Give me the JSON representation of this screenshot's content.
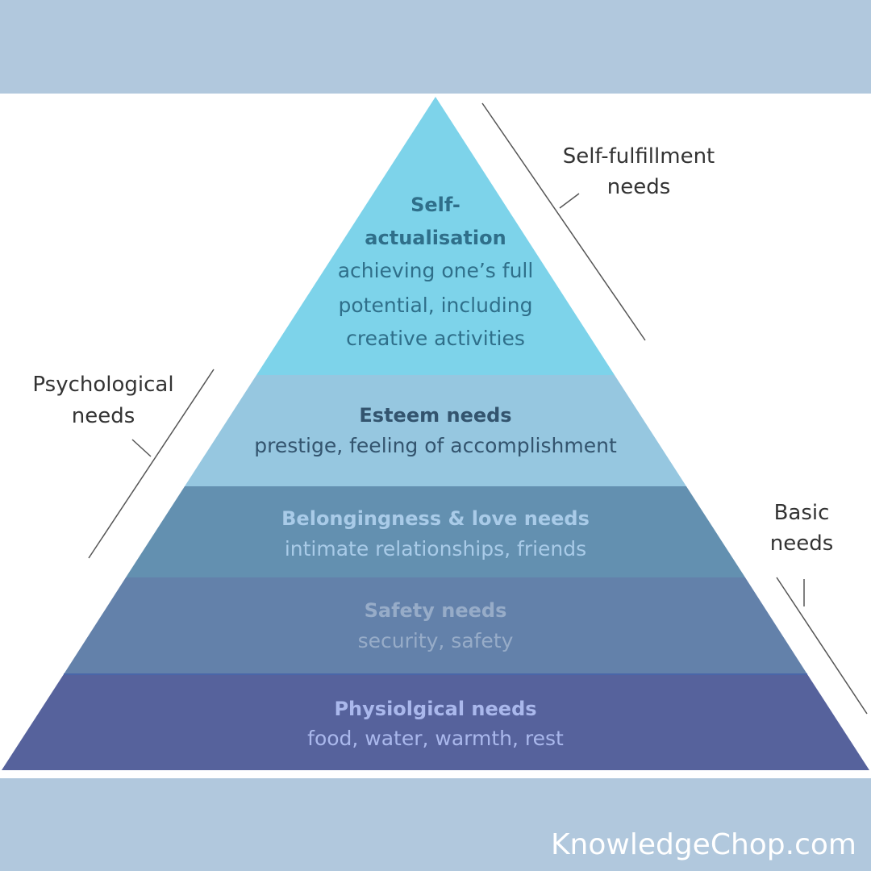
{
  "levels": [
    {
      "title": "Self-",
      "title2": "actualisation",
      "desc": [
        "achieving one’s full",
        "potential, including",
        "creative activities"
      ],
      "color": "#7dd3ea"
    },
    {
      "title": "Esteem needs",
      "desc": [
        "prestige, feeling of accomplishment"
      ],
      "color": "#96c7e0"
    },
    {
      "title": "Belongingness & love needs",
      "desc": [
        "intimate relationships, friends"
      ],
      "color": "#6390b0"
    },
    {
      "title": "Safety needs",
      "desc": [
        "security, safety"
      ],
      "color": "#6381aa"
    },
    {
      "title": "Physiolgical needs",
      "desc": [
        "food, water, warmth, rest"
      ],
      "color": "#56629c"
    }
  ],
  "groups": {
    "self_fulfillment": [
      "Self-fulfillment",
      "needs"
    ],
    "psychological": [
      "Psychological",
      "needs"
    ],
    "basic": [
      "Basic",
      "needs"
    ]
  },
  "brand": "KnowledgeChop.com",
  "band_color": "#b1c8dd"
}
